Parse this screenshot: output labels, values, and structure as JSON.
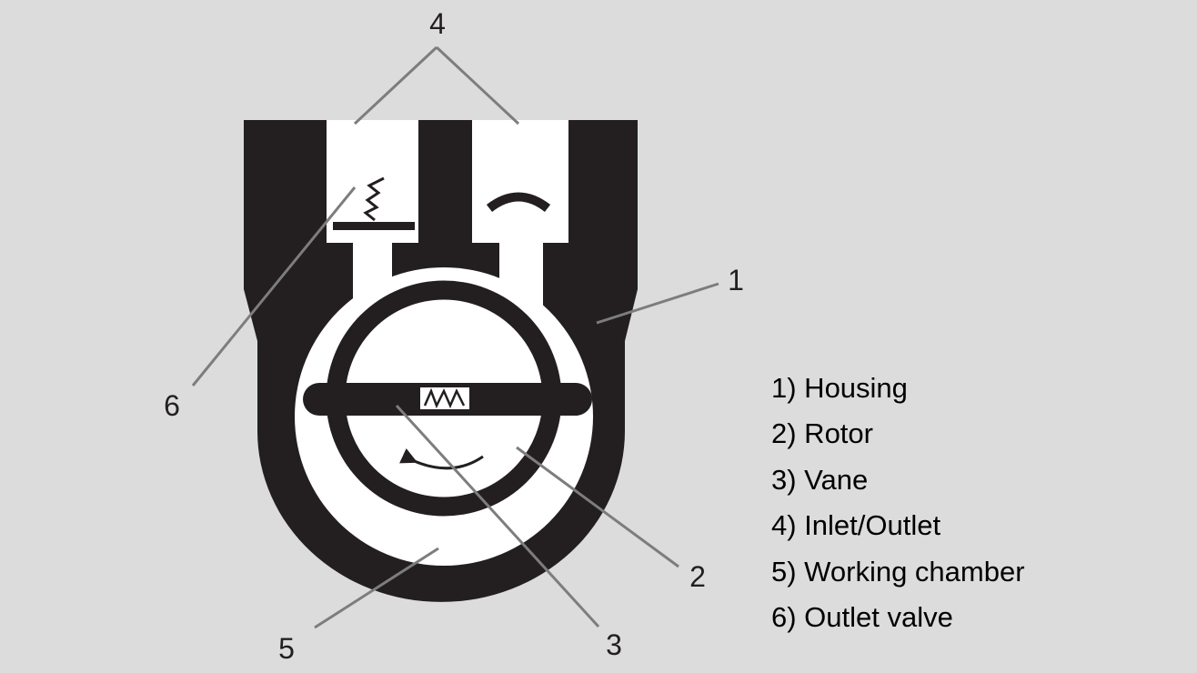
{
  "colors": {
    "background": "#dcdcdd",
    "housing": "#231f20",
    "chamber": "#ffffff",
    "leader_line": "#7d7d7d",
    "text": "#231f20"
  },
  "callouts": {
    "housing": "1",
    "rotor": "2",
    "vane": "3",
    "inlet_outlet": "4",
    "working_chamber": "5",
    "outlet_valve": "6"
  },
  "legend": [
    "1) Housing",
    "2) Rotor",
    "3) Vane",
    "4) Inlet/Outlet",
    "5) Working chamber",
    "6) Outlet valve"
  ],
  "icons": [
    "spring-icon",
    "rotation-arrow-icon"
  ]
}
